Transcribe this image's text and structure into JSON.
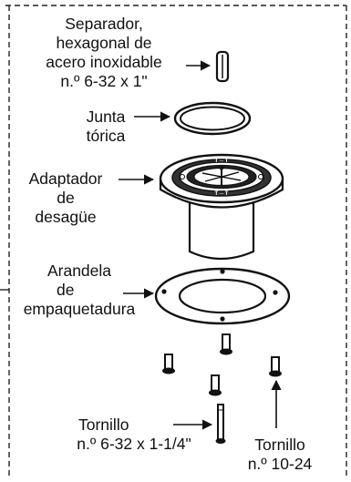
{
  "labels": {
    "standoff": [
      "Separador,",
      "hexagonal de",
      "acero inoxidable",
      "n.º 6-32 x 1\""
    ],
    "oring": [
      "Junta",
      "tórica"
    ],
    "adapter": [
      "Adaptador",
      "de",
      "desagüe"
    ],
    "gasket": [
      "Arandela",
      "de",
      "empaquetadura"
    ],
    "screw_long": [
      "Tornillo",
      "n.º 6-32 x 1-1/4\""
    ],
    "screw_short": [
      "Tornillo",
      "n.º 10-24"
    ]
  },
  "flange_marks": [
    "T ─ T",
    "T ─ T"
  ],
  "colors": {
    "ink": "#111111",
    "paper": "#ffffff"
  }
}
